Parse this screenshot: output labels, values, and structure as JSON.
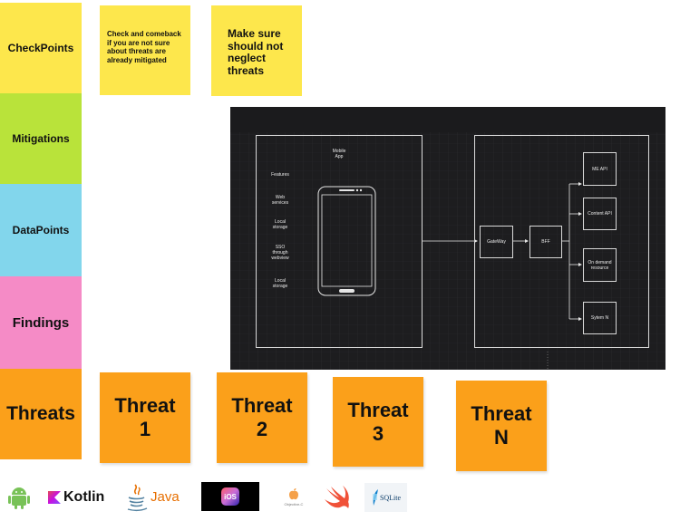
{
  "side_labels": {
    "checkpoints": "CheckPoints",
    "mitigations": "Mitigations",
    "datapoints": "DataPoints",
    "findings": "Findings",
    "threats": "Threats"
  },
  "notes": {
    "note1": "Check and comeback if you are not sure about threats are already mitigated",
    "note2": "Make sure should not neglect threats"
  },
  "threat_cards": [
    {
      "title": "Threat",
      "id": "1"
    },
    {
      "title": "Threat",
      "id": "2"
    },
    {
      "title": "Threat",
      "id": "3"
    },
    {
      "title": "Threat",
      "id": "N"
    }
  ],
  "diagram": {
    "mobile_title": "Mobile\nApp",
    "features": [
      "Features",
      "Web\nservices",
      "Local\nstorage",
      "SSO\nthrough\nwebview",
      "Local\nstorage"
    ],
    "gateway": "GateWay",
    "bff": "BFF",
    "services": [
      "ME API",
      "Content API",
      "On demand\nresource",
      "Sytem N"
    ]
  },
  "logos": {
    "kotlin": "Kotlin",
    "java": "Java",
    "ios": "iOS",
    "objc": "Objective-C",
    "sqlite": "SQLite"
  },
  "colors": {
    "yellow": "#fde74c",
    "green": "#b9e33a",
    "blue": "#82d6ec",
    "pink": "#f58bc6",
    "orange": "#fba01a"
  }
}
